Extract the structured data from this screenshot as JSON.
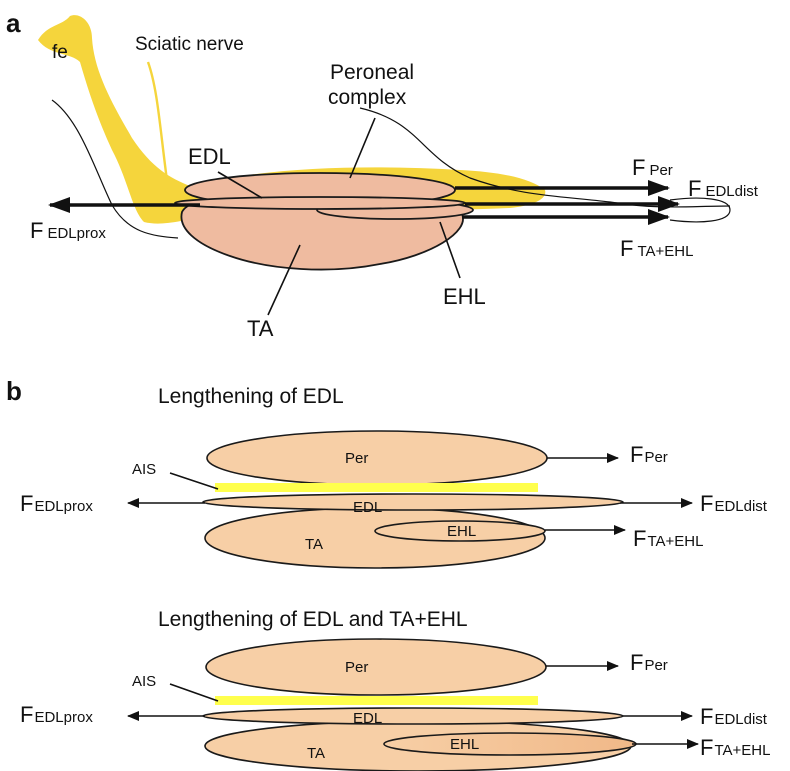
{
  "panel_a": {
    "letter": "a",
    "femur_label": "fe",
    "nerve_label": "Sciatic nerve",
    "peroneal_label_line1": "Peroneal",
    "peroneal_label_line2": "complex",
    "edl_label": "EDL",
    "ta_label": "TA",
    "ehl_label": "EHL",
    "force_per": {
      "main": "F",
      "sub": "Per"
    },
    "force_edl_dist": {
      "main": "F",
      "sub": "EDLdist"
    },
    "force_edl_prox": {
      "main": "F",
      "sub": "EDLprox"
    },
    "force_ta_ehl": {
      "main": "F",
      "sub": "TA+EHL"
    }
  },
  "panel_b": {
    "letter": "b",
    "diagrams": [
      {
        "title": "Lengthening of EDL",
        "per_label": "Per",
        "edl_label": "EDL",
        "ta_label": "TA",
        "ehl_label": "EHL",
        "ais_label": "AIS",
        "force_per": {
          "main": "F",
          "sub": "Per"
        },
        "force_edl_prox": {
          "main": "F",
          "sub": "EDLprox"
        },
        "force_edl_dist": {
          "main": "F",
          "sub": "EDLdist"
        },
        "force_ta_ehl": {
          "main": "F",
          "sub": "TA+EHL"
        }
      },
      {
        "title": "Lengthening of EDL and TA+EHL",
        "per_label": "Per",
        "edl_label": "EDL",
        "ta_label": "TA",
        "ehl_label": "EHL",
        "ais_label": "AIS",
        "force_per": {
          "main": "F",
          "sub": "Per"
        },
        "force_edl_prox": {
          "main": "F",
          "sub": "EDLprox"
        },
        "force_edl_dist": {
          "main": "F",
          "sub": "EDLdist"
        },
        "force_ta_ehl": {
          "main": "F",
          "sub": "TA+EHL"
        }
      }
    ]
  },
  "colors": {
    "bone": "#f5d53c",
    "muscle_a": "#efbba0",
    "muscle_b": "#f7cfa6",
    "ais": "#ffff4d",
    "ink": "#111111"
  }
}
